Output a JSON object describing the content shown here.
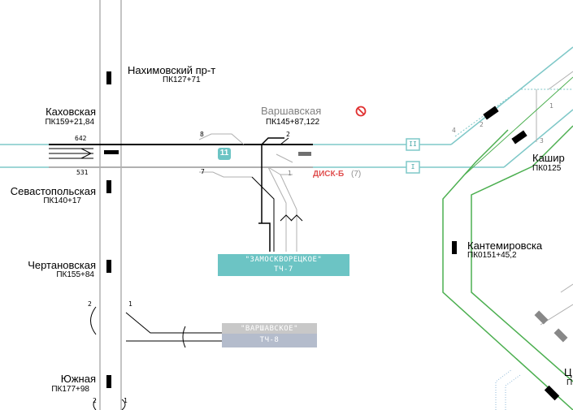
{
  "stations": {
    "nakhimovsky": {
      "name": "Нахимовский пр-т",
      "pk": "ПК127+71"
    },
    "kakhovskaya": {
      "name": "Каховская",
      "pk": "ПК159+21,84"
    },
    "sevastopolskaya": {
      "name": "Севастопольская",
      "pk": "ПК140+17"
    },
    "chertanovskaya": {
      "name": "Чертановская",
      "pk": "ПК155+84"
    },
    "yuzhnaya": {
      "name": "Южная",
      "pk": "ПК177+98"
    },
    "varshavskaya": {
      "name": "Варшавская",
      "pk": "ПК145+87,122"
    },
    "kashirskaya": {
      "name": "Кашир",
      "pk": "ПК0125"
    },
    "kantemirovskaya": {
      "name": "Кантемировска",
      "pk": "ПК0151+45,2"
    },
    "edge_right": {
      "name": "Ц",
      "pk": "П"
    }
  },
  "track_numbers": {
    "t642": "642",
    "t531": "531",
    "t8": "8",
    "t2": "2",
    "t7": "7",
    "t1": "1",
    "t4": "4",
    "t2b": "2",
    "t1b": "1",
    "t3": "3",
    "t2c": "2",
    "t1c": "1",
    "t2d": "2",
    "t1d": "1"
  },
  "line_badge": "11",
  "disk_label": "ДИСК-Б",
  "disk_count": "(7)",
  "signal_upper": "II",
  "signal_lower": "I",
  "depot_zamoskvoretskoe": {
    "name": "\"ЗАМОСКВОРЕЦКОЕ\"",
    "code": "ТЧ-7"
  },
  "depot_varshavskoe": {
    "name": "\"ВАРШАВСКОЕ\"",
    "code": "ТЧ-8"
  },
  "colors": {
    "line_teal": "#7fc8c8",
    "line_green": "#4caf50",
    "track_grey": "#b0b0b0",
    "track_black": "#000000",
    "closed_red": "#e03030",
    "depot_teal": "#6cc4c4",
    "depot_grey_blue": "#b4bccc"
  }
}
